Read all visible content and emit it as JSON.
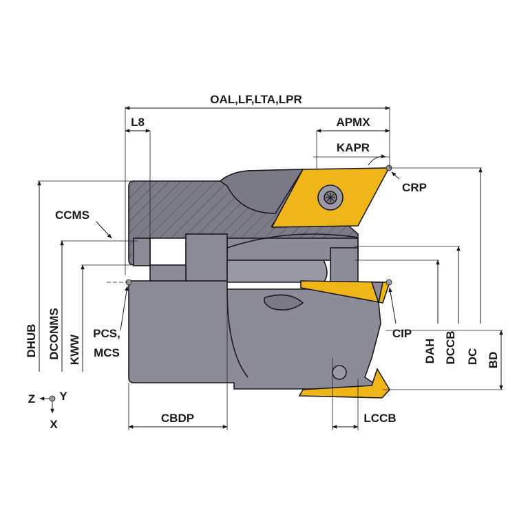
{
  "labels": {
    "oal": "OAL,LF,LTA,LPR",
    "l8": "L8",
    "apmx": "APMX",
    "kapr": "KAPR",
    "crp": "CRP",
    "ccms": "CCMS",
    "pcs": "PCS,",
    "mcs": "MCS",
    "cip": "CIP",
    "dhub": "DHUB",
    "dconms": "DCONMS",
    "kww": "KWW",
    "dah": "DAH",
    "dccb": "DCCB",
    "dc": "DC",
    "bd": "BD",
    "cbdp": "CBDP",
    "lccb": "LCCB"
  },
  "axes": {
    "z": "Z",
    "y": "Y",
    "x": "X"
  },
  "colors": {
    "body": "#8c8c99",
    "body_dark": "#6e6e7a",
    "insert": "#f0b619",
    "outline": "#1a1a1a",
    "marker": "#9a9a9a"
  },
  "icons": {
    "insert_screw": "torx-screw-icon",
    "coordinate_system": "coordinate-axes-icon"
  }
}
